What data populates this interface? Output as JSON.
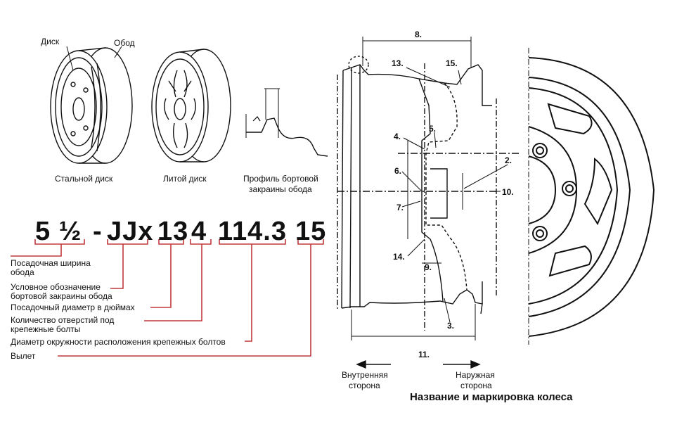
{
  "wheels": {
    "label_disk": "Диск",
    "label_rim": "Обод",
    "steel_caption": "Стальной диск",
    "alloy_caption": "Литой диск",
    "profile_caption_line1": "Профиль бортовой",
    "profile_caption_line2": "закраины обода"
  },
  "marking": {
    "parts": [
      "5 ½",
      "-",
      "JJx",
      "13",
      "4",
      "114.3",
      "15"
    ],
    "explanations": [
      {
        "line1": "Посадочная ширина",
        "line2": "обода"
      },
      {
        "line1": "Условное обозначение",
        "line2": "бортовой закраины обода"
      },
      {
        "line1": "Посадочный диаметр в дюймах",
        "line2": ""
      },
      {
        "line1": "Количество отверстий под",
        "line2": "крепежные болты"
      },
      {
        "line1": "Диаметр окружности расположения крепежных болтов",
        "line2": ""
      },
      {
        "line1": "Вылет",
        "line2": ""
      }
    ],
    "accent_color": "#c0393b"
  },
  "section": {
    "numbers": [
      "2.",
      "3.",
      "4.",
      "5.",
      "6.",
      "7.",
      "8.",
      "9.",
      "10.",
      "11.",
      "13.",
      "14.",
      "15."
    ],
    "inner_side_line1": "Внутренняя",
    "inner_side_line2": "сторона",
    "outer_side_line1": "Наружная",
    "outer_side_line2": "сторона",
    "title": "Название и маркировка колеса"
  }
}
